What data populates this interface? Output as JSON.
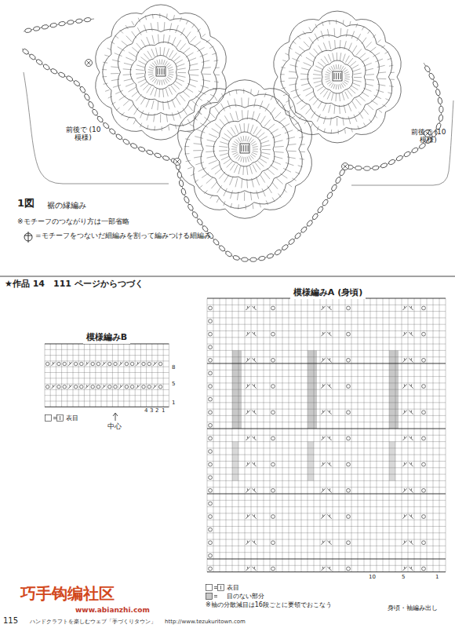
{
  "diagram": {
    "nodes": [
      {
        "text": [
          "模様編みB"
        ]
      },
      {
        "text": [
          "模様編みA (身頃)"
        ]
      }
    ],
    "labels": [
      "前後で (10模様)",
      "前後で (10模様)",
      "1図",
      "裾の縁編み",
      "※モチーフのつながり方は一部省略",
      "=モチーフをつないだ細編みを割って編みつける細編み",
      "★作品 14　111 ページからつづく",
      "中心",
      "8",
      "5",
      "1",
      "4",
      "3",
      "2",
      "1",
      "10",
      "5",
      "1",
      "※袖の分散減目は16段ごとに要領でおこなう",
      "身頃・袖編み出し",
      "115",
      "ハンドクラフトを楽しむウェブ「手づくりタウン」",
      "http://www.tezukuritown.com",
      "巧手钩编社区",
      "www.abianzhi.com"
    ],
    "legend": [
      {
        "text": "表目"
      },
      {
        "text": "表目"
      },
      {
        "text": "目のない部分",
        "color": "#c8c8c8"
      }
    ]
  }
}
